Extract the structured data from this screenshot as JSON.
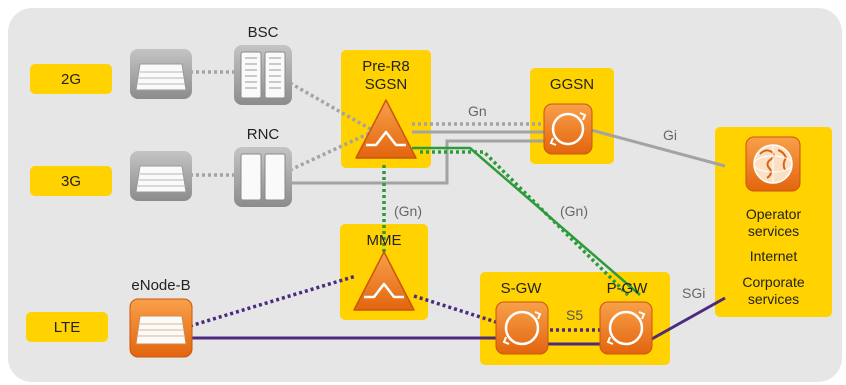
{
  "gen": {
    "g2": "2G",
    "g3": "3G",
    "lte": "LTE"
  },
  "nodes": {
    "bsc": "BSC",
    "rnc": "RNC",
    "sgsn": [
      "Pre-R8",
      "SGSN"
    ],
    "ggsn": "GGSN",
    "mme": "MME",
    "enodeb": "eNode-B",
    "sgw": "S-GW",
    "pgw": "P-GW"
  },
  "interfaces": {
    "gn_top": "Gn",
    "gn_left": "(Gn)",
    "gn_right": "(Gn)",
    "gi": "Gi",
    "s5": "S5",
    "sgi": "SGi"
  },
  "services": [
    "Operator",
    "services",
    "Internet",
    "Corporate",
    "services"
  ],
  "colors": {
    "background": "#e6e6e6",
    "yellow": "#ffd200",
    "orange": "#f07a1a",
    "gray_link": "#a3a3a3",
    "green_link": "#2d9b3a",
    "purple_link": "#4b2a80"
  }
}
